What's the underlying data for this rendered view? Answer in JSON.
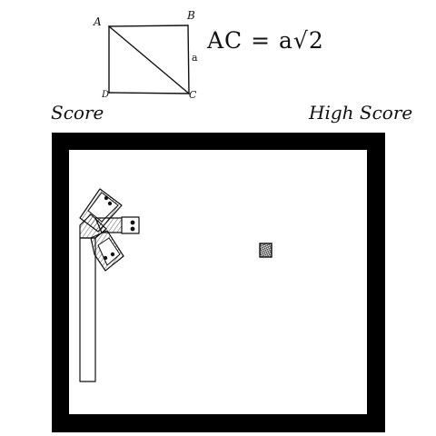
{
  "header": {
    "diagram": {
      "vertices": {
        "a": "A",
        "b": "B",
        "c": "C",
        "d": "D"
      },
      "side_label": "a",
      "formula": "AC = a√2"
    },
    "score_label": "Score",
    "high_score_label": "High Score"
  },
  "game": {
    "title": "Snake",
    "snake": {
      "direction": "right",
      "head_icon": "snake-head-icon"
    },
    "food": {
      "icon": "food-icon"
    }
  },
  "colors": {
    "board_border": "#000000",
    "playfield": "#ffffff",
    "ink": "#111111"
  }
}
